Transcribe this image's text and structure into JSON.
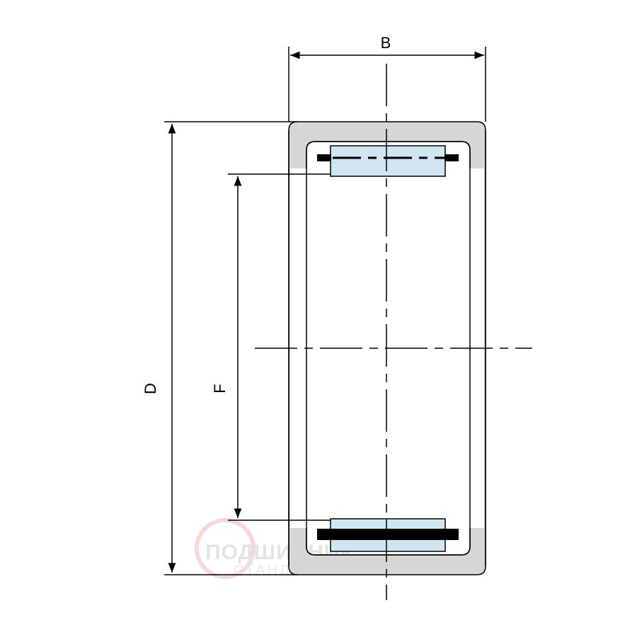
{
  "dimensions": {
    "width_label": "B",
    "outer_diameter_label": "D",
    "inner_diameter_label": "F"
  },
  "watermark": {
    "line1": "ПОДШИПНИК",
    "line2": "СТАНДАРТ"
  },
  "colors": {
    "outer_ring": "#d6d6d6",
    "roller": "#cfe6f2",
    "line": "#000000"
  }
}
